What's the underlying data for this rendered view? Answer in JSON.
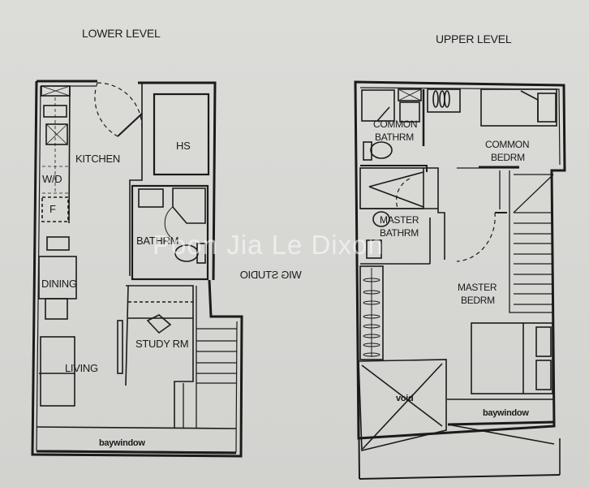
{
  "lower_level": {
    "title": "LOWER LEVEL",
    "rooms": {
      "kitchen": "KITCHEN",
      "hs": "HS",
      "wd": "W/D",
      "fridge": "F",
      "bathrm": "BATHRM",
      "dining": "DINING",
      "study": "STUDY RM",
      "living": "LIVING",
      "baywindow": "baywindow"
    }
  },
  "upper_level": {
    "title": "UPPER LEVEL",
    "rooms": {
      "common_bathrm_1": "COMMON",
      "common_bathrm_2": "BATHRM",
      "common_bedrm_1": "COMMON",
      "common_bedrm_2": "BEDRM",
      "master_bathrm_1": "MASTER",
      "master_bathrm_2": "BATHRM",
      "master_bedrm_1": "MASTER",
      "master_bedrm_2": "BEDRM",
      "void": "void",
      "baywindow": "baywindow"
    }
  },
  "center_label": "WIG STUDIO",
  "watermark": "Poon Jia Le Dixon",
  "colors": {
    "paper": "#d7d7d4",
    "ink": "#1b1b1b",
    "watermark": "#ffffff"
  }
}
